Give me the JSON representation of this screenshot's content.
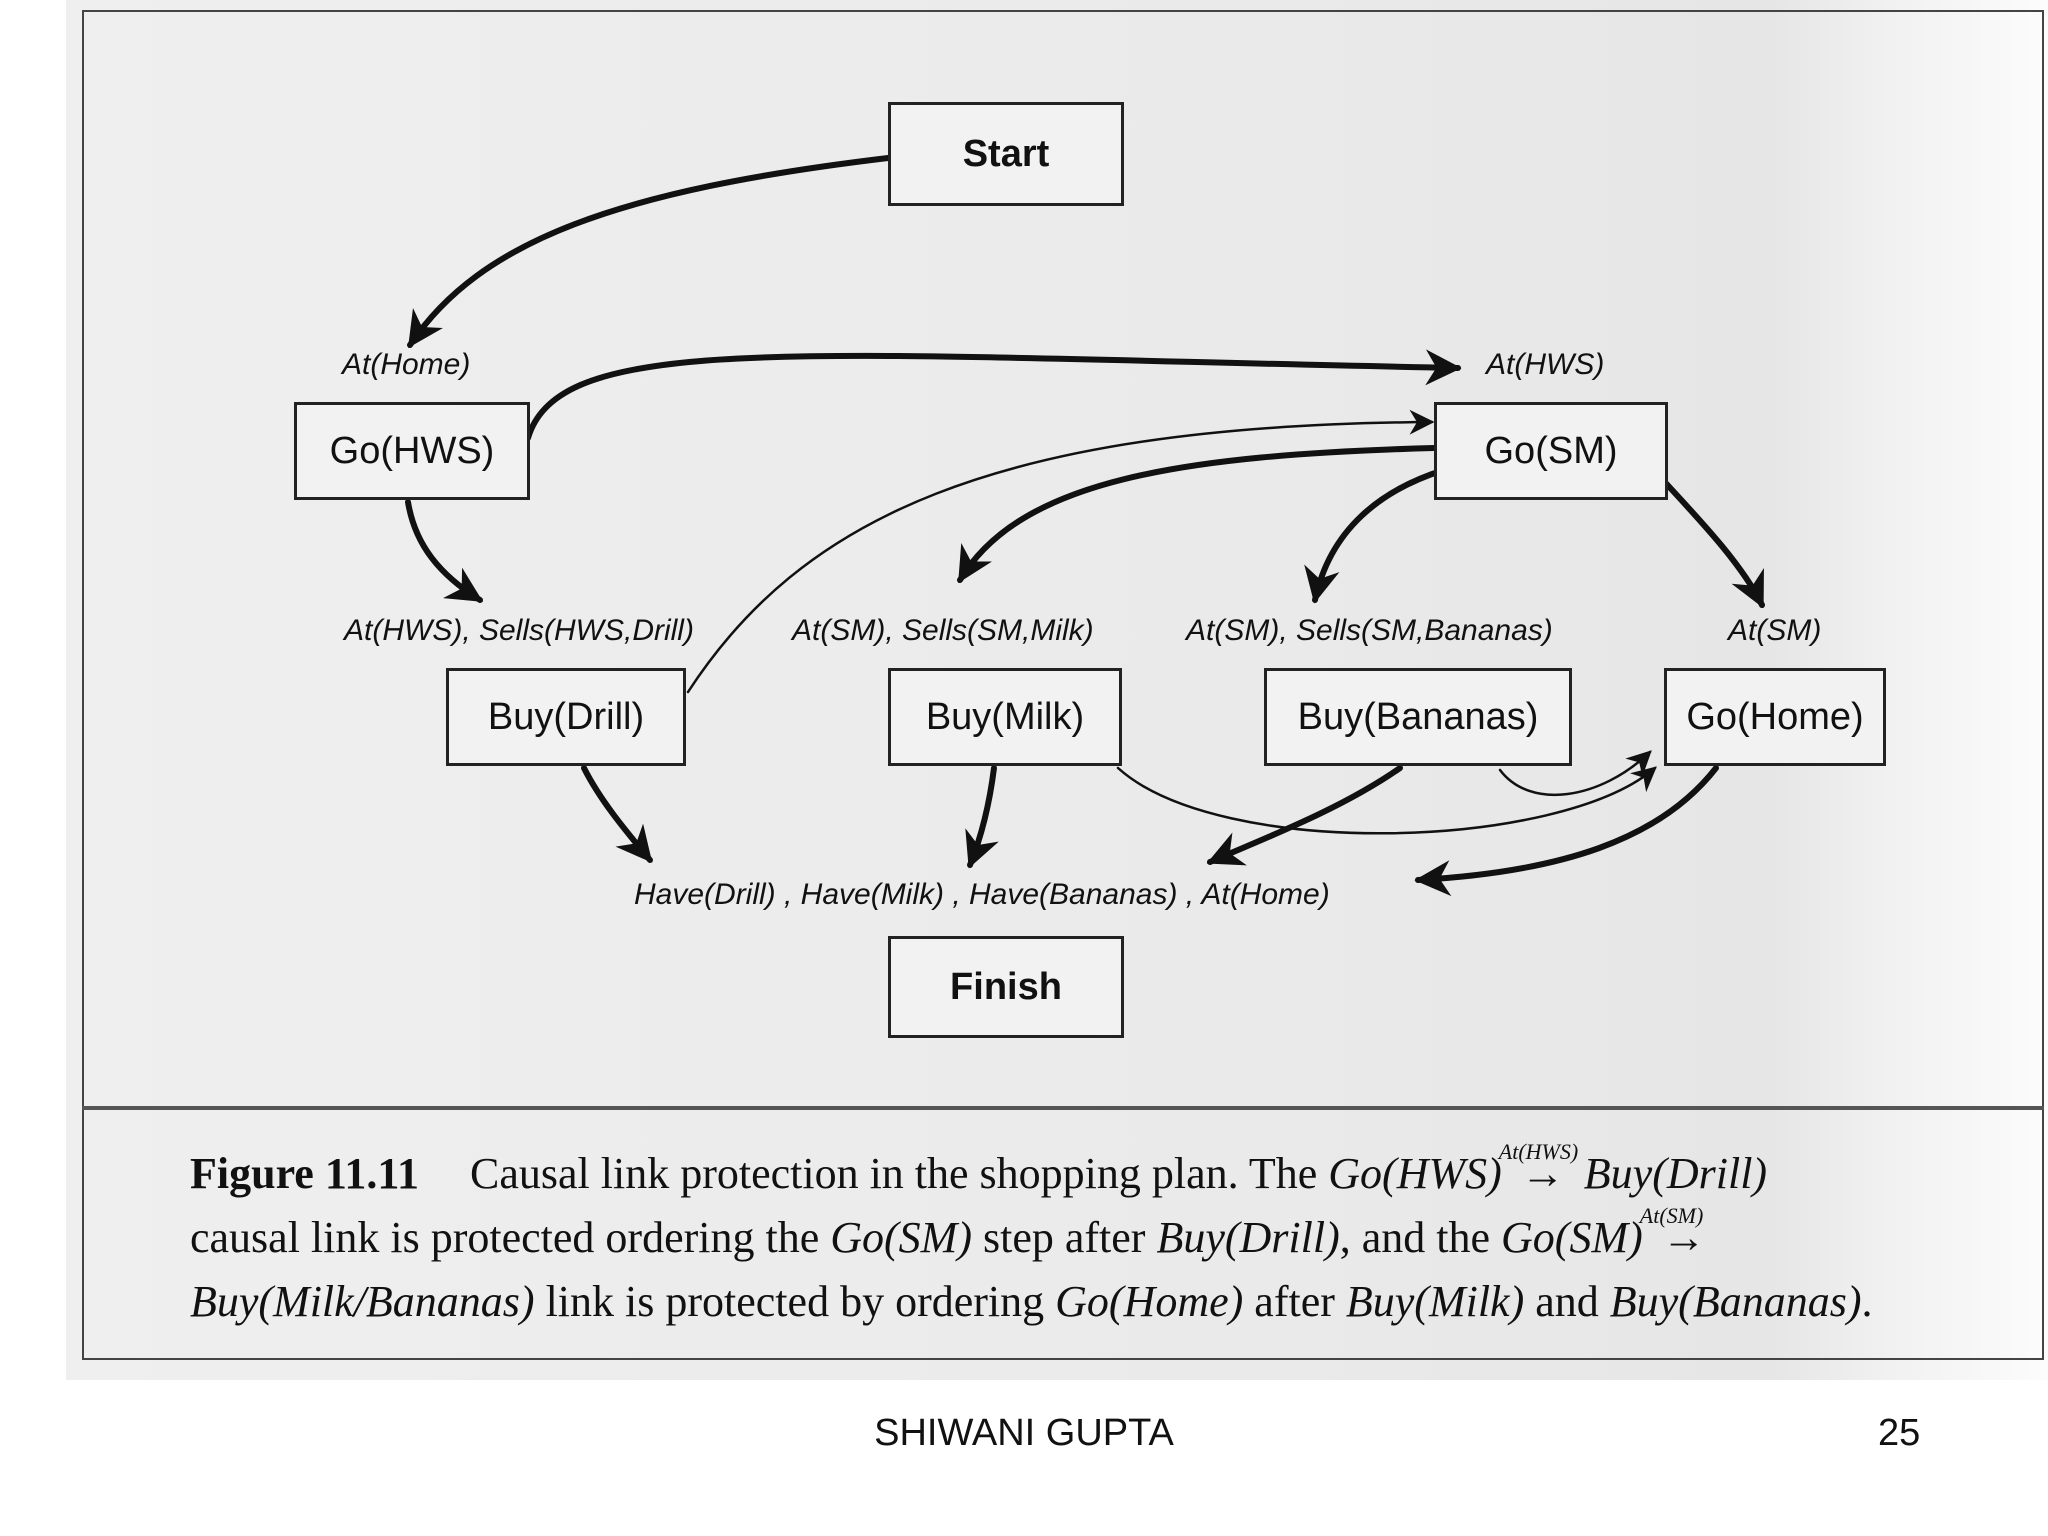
{
  "diagram": {
    "nodes": {
      "start": "Start",
      "go_hws": "Go(HWS)",
      "go_sm": "Go(SM)",
      "buy_drill": "Buy(Drill)",
      "buy_milk": "Buy(Milk)",
      "buy_bananas": "Buy(Bananas)",
      "go_home": "Go(Home)",
      "finish": "Finish"
    },
    "conditions": {
      "at_home": "At(Home)",
      "at_hws": "At(HWS)",
      "pre_buy_drill": "At(HWS), Sells(HWS,Drill)",
      "pre_buy_milk": "At(SM), Sells(SM,Milk)",
      "pre_buy_bananas": "At(SM), Sells(SM,Bananas)",
      "pre_go_home": "At(SM)",
      "goal": "Have(Drill) , Have(Milk) , Have(Bananas) , At(Home)"
    },
    "colors": {
      "ink": "#111111",
      "box_fill": "#f2f2f2",
      "page_bg": "#eaeaea"
    }
  },
  "caption": {
    "figure_label": "Figure 11.11",
    "l1_a": "Causal link protection in the shopping plan. The",
    "l1_go_hws": "Go(HWS)",
    "l1_arrow_label": "At(HWS)",
    "l1_buy_drill": "Buy(Drill)",
    "l2_a": "causal link is protected ordering the",
    "l2_go_sm": "Go(SM)",
    "l2_b": "step after",
    "l2_buy_drill": "Buy(Drill)",
    "l2_c": ", and the",
    "l2_go_sm2": "Go(SM)",
    "l2_arrow_label": "At(SM)",
    "l3_buy_milk_bananas": "Buy(Milk/Bananas)",
    "l3_a": "link is protected by ordering",
    "l3_go_home": "Go(Home)",
    "l3_b": "after",
    "l3_buy_milk": "Buy(Milk)",
    "l3_c": "and",
    "l3_buy_bananas": "Buy(Bananas)",
    "l3_end": "."
  },
  "footer": {
    "author": "SHIWANI GUPTA",
    "page_number": "25"
  }
}
